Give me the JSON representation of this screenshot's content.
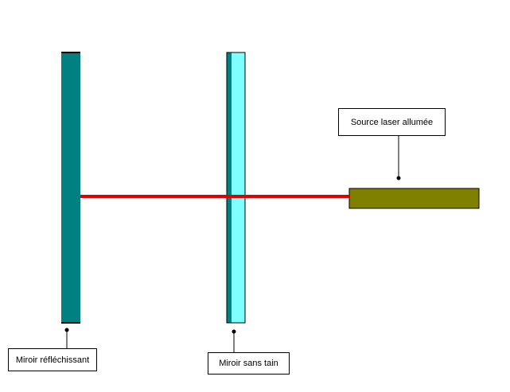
{
  "diagram": {
    "labels": {
      "reflective_mirror": "Miroir réfléchissant",
      "semi_transparent_mirror": "Miroir sans tain",
      "laser_source": "Source laser allumée"
    },
    "colors": {
      "reflective_mirror": "#008080",
      "semi_mirror_glass": "#80ffff",
      "semi_mirror_backing": "#008080",
      "laser_source": "#808000",
      "laser_beam": "#e00000",
      "outline": "#000000"
    }
  }
}
